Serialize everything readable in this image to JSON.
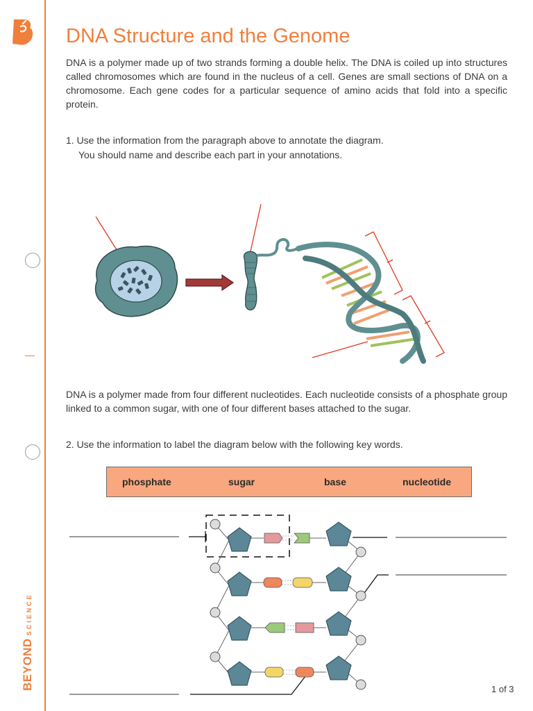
{
  "header": {
    "title": "DNA Structure and the Genome"
  },
  "intro_paragraph": "DNA is a polymer made up of two strands forming a double helix. The DNA is coiled up into structures called chromosomes which are found in the nucleus of a cell. Genes are small sections of DNA on a chromosome. Each gene codes for a particular sequence of amino acids that fold into a specific protein.",
  "question1": {
    "line1": "1.  Use the information from the paragraph above to annotate the diagram.",
    "line2": "You should name and describe each part in your annotations."
  },
  "nucleotide_paragraph": "DNA is a polymer made from four different nucleotides. Each nucleotide consists of a phosphate group linked to a common sugar, with one of four different bases attached to the sugar.",
  "question2": {
    "line1": "2.  Use the information to label the diagram below with the following key words."
  },
  "keywords": [
    "phosphate",
    "sugar",
    "base",
    "nucleotide"
  ],
  "footer": {
    "page": "1 of 3",
    "brand_main": "BEYOND",
    "brand_sub": "SCIENCE"
  },
  "colors": {
    "accent": "#f07f3c",
    "keybox": "#f9a77e",
    "cell": "#5f8f91",
    "sugar": "#5b8797",
    "arrow": "#a33a3a"
  },
  "icons": {
    "logo": "beyond-b-logo-icon"
  }
}
